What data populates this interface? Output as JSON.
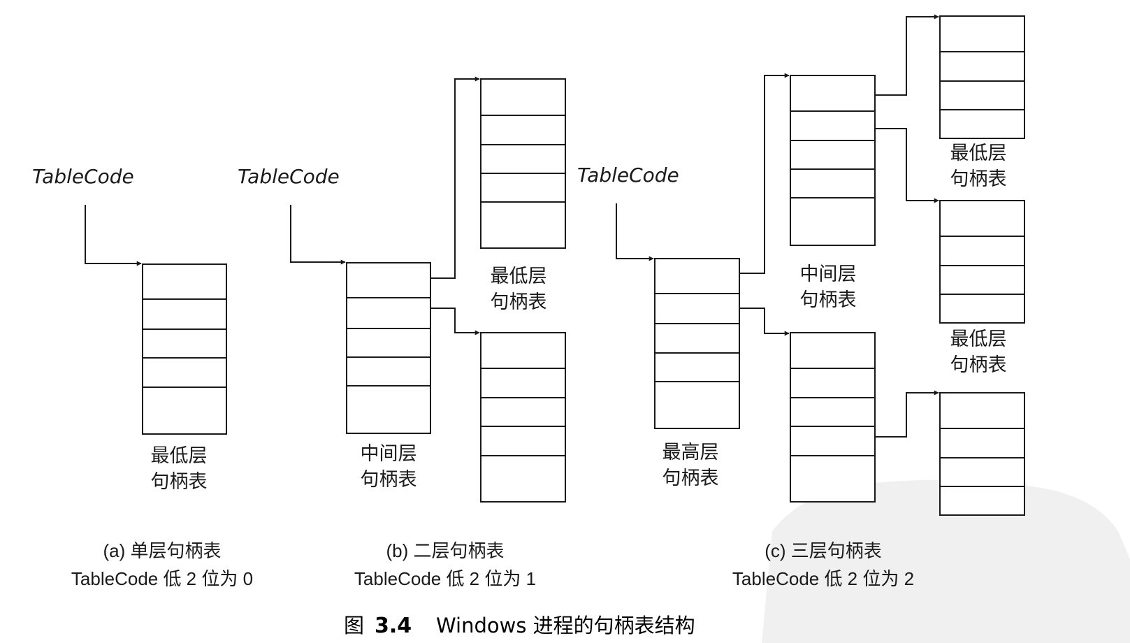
{
  "diagrams": [
    {
      "pointer": "TableCode",
      "tables": [
        {
          "label": [
            "最低层",
            "句柄表"
          ]
        }
      ],
      "caption": [
        "(a) 单层句柄表",
        "TableCode 低 2 位为 0"
      ]
    },
    {
      "pointer": "TableCode",
      "tables": [
        {
          "label": [
            "中间层",
            "句柄表"
          ]
        },
        {
          "label": [
            "最低层",
            "句柄表"
          ]
        },
        {
          "label": []
        }
      ],
      "caption": [
        "(b) 二层句柄表",
        "TableCode 低 2 位为 1"
      ]
    },
    {
      "pointer": "TableCode",
      "tables": [
        {
          "label": [
            "最高层",
            "句柄表"
          ]
        },
        {
          "label": [
            "中间层",
            "句柄表"
          ]
        },
        {
          "label": []
        },
        {
          "label": [
            "最低层",
            "句柄表"
          ]
        },
        {
          "label": [
            "最低层",
            "句柄表"
          ]
        },
        {
          "label": []
        }
      ],
      "caption": [
        "(c) 三层句柄表",
        "TableCode 低 2 位为 2"
      ]
    }
  ],
  "figure": {
    "number_prefix": "图",
    "number": "3.4",
    "title": "Windows 进程的句柄表结构"
  },
  "colors": {
    "ink": "#1a1a1a",
    "background": "#ffffff",
    "watermark": "#eeeeee"
  }
}
